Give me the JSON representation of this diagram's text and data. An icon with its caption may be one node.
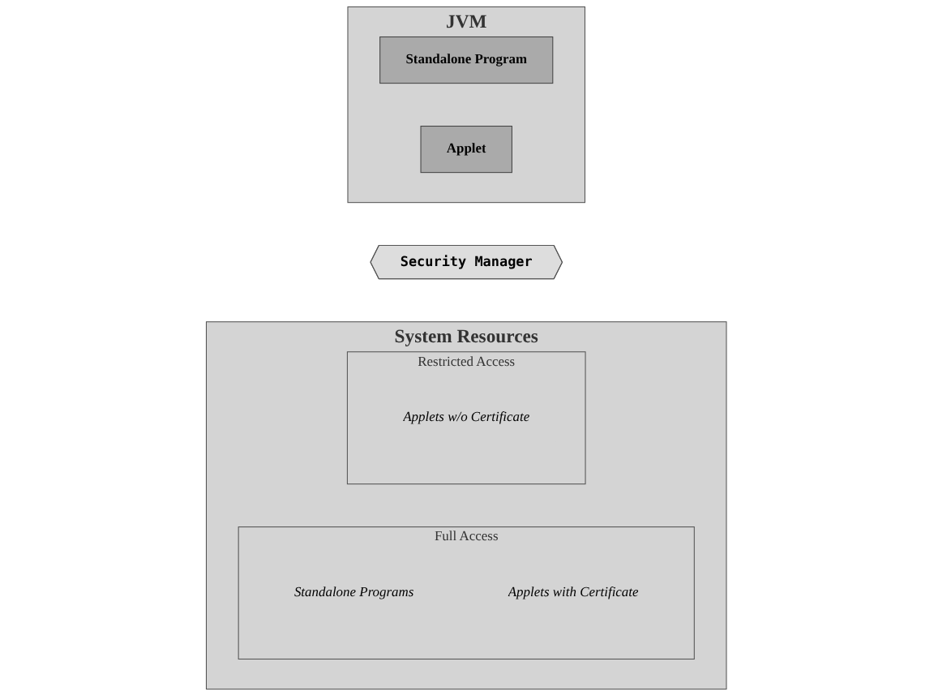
{
  "diagram": {
    "nodes": [
      {
        "text": [
          "JVM"
        ]
      },
      {
        "text": [
          "Standalone Program"
        ],
        "in": 0
      },
      {
        "text": [
          "Applet"
        ],
        "in": 0
      },
      {
        "text": [
          "Security Manager"
        ]
      },
      {
        "text": [
          "System Resources"
        ]
      },
      {
        "text": [
          "Full Access"
        ],
        "in": 4
      },
      {
        "text": [
          "Standalone Programs"
        ],
        "in": 5
      },
      {
        "text": [
          "Applets with Certificate"
        ],
        "in": 5
      },
      {
        "text": [
          "Restricted Access"
        ],
        "in": 4
      },
      {
        "text": [
          "Applets w/o Certificate"
        ],
        "in": 8
      }
    ],
    "edges": []
  }
}
